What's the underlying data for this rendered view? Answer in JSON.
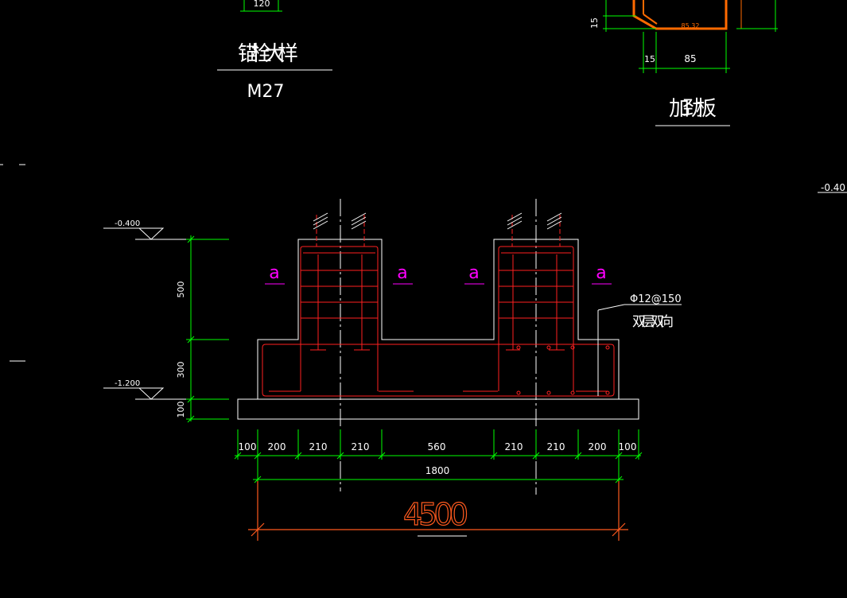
{
  "texts": {
    "anchor_detail_title": "锚栓大样",
    "anchor_spec": "M27",
    "top_dim_120": "120",
    "stiffener_title": "加劲板",
    "stiffener_dim_15_v": "15",
    "stiffener_dim_15_h": "15",
    "stiffener_dim_85": "85",
    "stiffener_dim_8532": "85.32",
    "elev_right": "-0.40",
    "elev_top": "-0.400",
    "elev_bottom": "-1.200",
    "vdim_500": "500",
    "vdim_300": "300",
    "vdim_100": "100",
    "section_marks": [
      "a",
      "a",
      "a",
      "a"
    ],
    "rebar_spec": "Φ12@150",
    "rebar_note": "双层双向",
    "hdims": [
      "100",
      "200",
      "210",
      "210",
      "560",
      "210",
      "210",
      "200",
      "100"
    ],
    "total_1800": "1800",
    "total_4500": "4500"
  },
  "colors": {
    "background": "#000000",
    "outline": "#ffffff",
    "dimension": "#00ff00",
    "rebar": "#ff2020",
    "section_mark": "#ff00ff",
    "big_dimension": "#ff5a1e",
    "stiffener": "#ff6a00"
  }
}
